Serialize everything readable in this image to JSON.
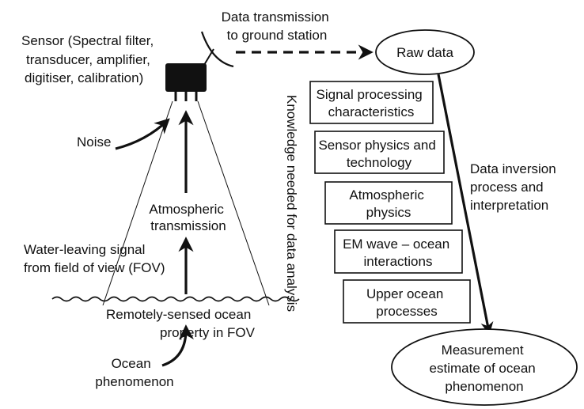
{
  "sensor_label": [
    "Sensor (Spectral filter,",
    "transducer, amplifier,",
    "digitiser, calibration)"
  ],
  "transmission_label": [
    "Data transmission",
    "to ground station"
  ],
  "raw_data": "Raw data",
  "noise": "Noise",
  "atmospheric_transmission": [
    "Atmospheric",
    "transmission"
  ],
  "water_leaving": [
    "Water-leaving signal",
    "from field of view (FOV)"
  ],
  "ocean_property": [
    "Remotely-sensed ocean",
    "property in FOV"
  ],
  "ocean_phenomenon": [
    "Ocean",
    "phenomenon"
  ],
  "knowledge_label": "Knowledge needed for data analysis",
  "knowledge_boxes": [
    [
      "Signal processing",
      "characteristics"
    ],
    [
      "Sensor physics and",
      "technology"
    ],
    [
      "Atmospheric",
      "physics"
    ],
    [
      "EM wave – ocean",
      "interactions"
    ],
    [
      "Upper ocean",
      "processes"
    ]
  ],
  "inversion_label": [
    "Data inversion",
    "process and",
    "interpretation"
  ],
  "measurement": [
    "Measurement",
    "estimate of ocean",
    "phenomenon"
  ]
}
